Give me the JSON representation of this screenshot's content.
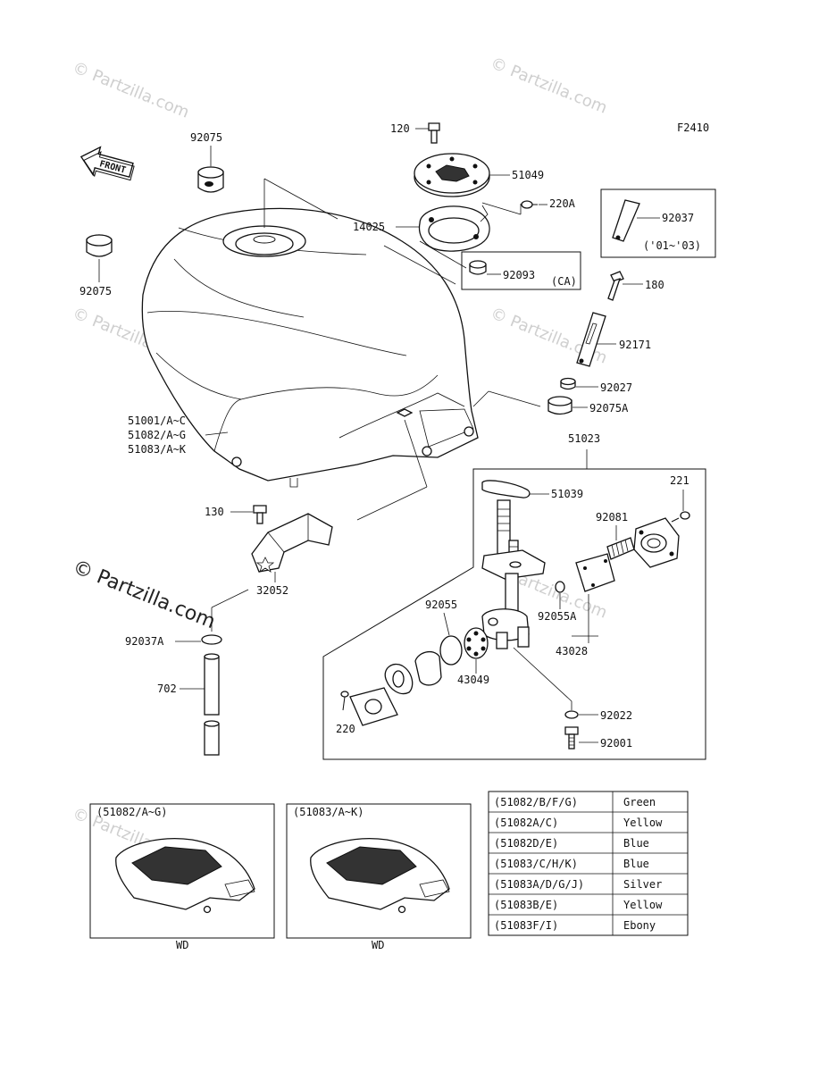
{
  "diagram_code": "F2410",
  "front_label": "FRONT",
  "watermark": "© Partzilla.com",
  "callouts": {
    "p120": "120",
    "p51049": "51049",
    "p220A": "220A",
    "p14025": "14025",
    "p92093": "92093",
    "pCA": "(CA)",
    "p92037": "92037",
    "p92037_years": "('01~'03)",
    "p92075_top": "92075",
    "p92075_left": "92075",
    "p180": "180",
    "p92171": "92171",
    "p92027": "92027",
    "p92075A": "92075A",
    "p51001": "51001/A~C",
    "p51082": "51082/A~G",
    "p51083": "51083/A~K",
    "p51023": "51023",
    "p51039": "51039",
    "p221": "221",
    "p92081": "92081",
    "p130": "130",
    "p32052": "32052",
    "p92055": "92055",
    "p92055A": "92055A",
    "p43028": "43028",
    "p43049": "43049",
    "p92037A": "92037A",
    "p702": "702",
    "p220": "220",
    "p92022": "92022",
    "p92001": "92001"
  },
  "variants": [
    {
      "title": "(51082/A~G)",
      "caption": "WD"
    },
    {
      "title": "(51083/A~K)",
      "caption": "WD"
    }
  ],
  "color_table": [
    {
      "part": "(51082/B/F/G)",
      "color": "Green"
    },
    {
      "part": "(51082A/C)",
      "color": "Yellow"
    },
    {
      "part": "(51082D/E)",
      "color": "Blue"
    },
    {
      "part": "(51083/C/H/K)",
      "color": "Blue"
    },
    {
      "part": "(51083A/D/G/J)",
      "color": "Silver"
    },
    {
      "part": "(51083B/E)",
      "color": "Yellow"
    },
    {
      "part": "(51083F/I)",
      "color": "Ebony"
    }
  ]
}
